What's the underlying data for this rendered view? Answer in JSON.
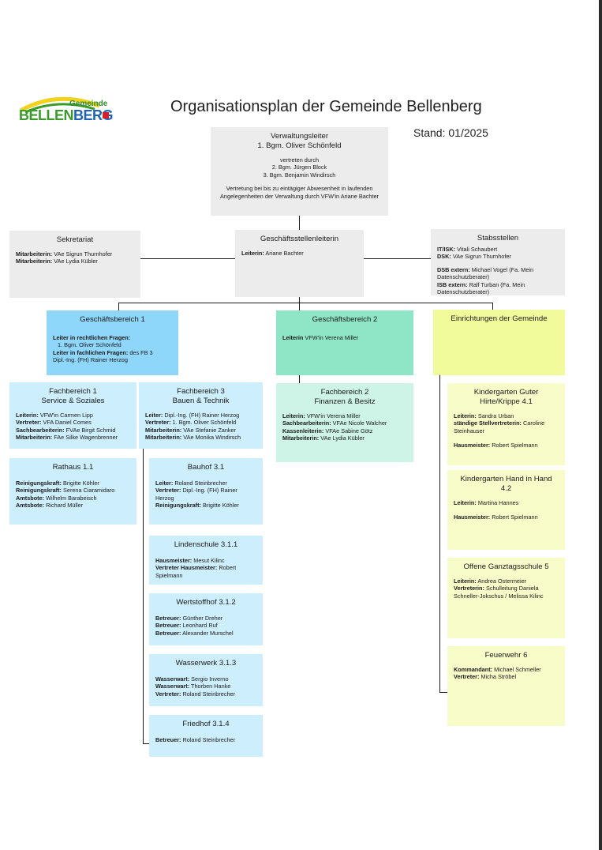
{
  "header": {
    "title": "Organisationsplan der Gemeinde Bellenberg",
    "stand": "Stand: 01/2025",
    "logo": {
      "word_small": "Gemeinde",
      "word_part1": "BELLEN",
      "word_part2": "BERG"
    }
  },
  "colors": {
    "gray": "#ececec",
    "blue_head": "#8fd6fb",
    "blue": "#cdeefc",
    "green_head": "#8ee6c6",
    "green": "#cdf4e6",
    "yellow_head": "#f2fb9c",
    "yellow": "#f8fcc9"
  },
  "verwaltungsleiter": {
    "title1": "Verwaltungsleiter",
    "title2": "1. Bgm. Oliver Schönfeld",
    "vertreten": "vertreten durch",
    "v1": "2. Bgm. Jürgen Block",
    "v2": "3. Bgm. Benjamin Windirsch",
    "note": "Vertretung bei bis zu eintägiger Abwesenheit in laufenden Angelegenheiten der Verwaltung durch VFW'in Ariane Bachter"
  },
  "sekretariat": {
    "title": "Sekretariat",
    "rows": [
      {
        "label": "Mitarbeiterin:",
        "value": "VAe Sigrun Thurnhofer"
      },
      {
        "label": "Mitarbeiterin:",
        "value": "VAe Lydia Kübler"
      }
    ]
  },
  "geschaeftsstelle": {
    "title": "Geschäftsstellenleiterin",
    "rows": [
      {
        "label": "Leiterin:",
        "value": "Ariane Bachter"
      }
    ]
  },
  "stabsstellen": {
    "title": "Stabsstellen",
    "rows": [
      {
        "label": "IT/ISK:",
        "value": "Vitali Schaubert"
      },
      {
        "label": "DSK:",
        "value": "VAe Sigrun Thurnhofer"
      }
    ],
    "rows2": [
      {
        "label": "DSB extern:",
        "value": "Michael Vogel (Fa. Mein Datenschutzberater)"
      },
      {
        "label": "ISB extern:",
        "value": " Ralf Turban (Fa. Mein Datenschutzberater)"
      }
    ]
  },
  "gb1": {
    "title": "Geschäftsbereich 1",
    "l1": "Leiter in rechtlichen Fragen:",
    "v1": "1. Bgm. Oliver Schönfeld",
    "l2": "Leiter in fachlichen Fragen:",
    "v2": " des FB 3",
    "v3": "Dipl.-Ing. (FH) Rainer Herzog"
  },
  "gb2": {
    "title": "Geschäftsbereich 2",
    "rows": [
      {
        "label": "Leiterin",
        "value": " VFW'in Verena Miller"
      }
    ]
  },
  "einrichtungen": {
    "title": "Einrichtungen der Gemeinde"
  },
  "fb1": {
    "title1": "Fachbereich 1",
    "title2": "Service & Soziales",
    "rows": [
      {
        "label": "Leiterin:",
        "value": "VFW'in Carmen Lipp"
      },
      {
        "label": "Vertreter:",
        "value": "VFA Daniel Comes"
      },
      {
        "label": "Sachbearbeiterin:",
        "value": "FVAe Birgit Schmid"
      },
      {
        "label": "Mitarbeiterin:",
        "value": "FAe Silke Wagenbrenner"
      }
    ]
  },
  "fb3": {
    "title1": "Fachbereich 3",
    "title2": "Bauen & Technik",
    "rows": [
      {
        "label": "Leiter:",
        "value": "Dipl.-Ing. (FH) Rainer Herzog"
      },
      {
        "label": "Vertreter:",
        "value": "1. Bgm. Oliver Schönfeld"
      },
      {
        "label": "Mitarbeiterin:",
        "value": "VAe Stefanie Zanker"
      },
      {
        "label": "Mitarbeiterin:",
        "value": " VAe Monika Windirsch"
      }
    ]
  },
  "fb2": {
    "title1": "Fachbereich 2",
    "title2": "Finanzen & Besitz",
    "rows": [
      {
        "label": "Leiterin:",
        "value": "VFW'in Verena Miller"
      },
      {
        "label": "Sachbearbeiterin:",
        "value": "VFAe Nicole Walcher"
      },
      {
        "label": "Kassenleiterin:",
        "value": "VFAe Sabine Götz"
      },
      {
        "label": "Mitarbeiterin:",
        "value": "VAe Lydia Kübler"
      }
    ]
  },
  "rathaus": {
    "title": "Rathaus 1.1",
    "rows": [
      {
        "label": "Reinigungskraft:",
        "value": "Brigitte Köhler"
      },
      {
        "label": "Reinigungskraft:",
        "value": "Serena Ciaramidaro"
      },
      {
        "label": "Amtsbote:",
        "value": "Wilhelm Barabeisch"
      },
      {
        "label": "Amtsbote:",
        "value": "Richard Müller"
      }
    ]
  },
  "bauhof": {
    "title": "Bauhof 3.1",
    "rows": [
      {
        "label": "Leiter:",
        "value": "Roland Steinbrecher"
      },
      {
        "label": "Vertreter:",
        "value": "Dipl.-Ing. (FH) Rainer Herzog"
      },
      {
        "label": "Reinigungskraft:",
        "value": "Brigitte Köhler"
      }
    ]
  },
  "lindenschule": {
    "title": "Lindenschule 3.1.1",
    "rows": [
      {
        "label": "Hausmeister:",
        "value": "Mesut Kilinc"
      },
      {
        "label": "Vertreter Hausmeister:",
        "value": "Robert Spielmann"
      }
    ]
  },
  "wertstoffhof": {
    "title": "Wertstoffhof 3.1.2",
    "rows": [
      {
        "label": "Betreuer:",
        "value": "Günther Dreher"
      },
      {
        "label": "Betreuer:",
        "value": "Leonhard Ruf"
      },
      {
        "label": "Betreuer:",
        "value": "Alexander Murschel"
      }
    ]
  },
  "wasserwerk": {
    "title": "Wasserwerk 3.1.3",
    "rows": [
      {
        "label": "Wasserwart:",
        "value": "Sergio Inverno"
      },
      {
        "label": "Wasserwart:",
        "value": "Thorben Hanke"
      },
      {
        "label": "Vertreter:",
        "value": "Roland Steinbrecher"
      }
    ]
  },
  "friedhof": {
    "title": "Friedhof 3.1.4",
    "rows": [
      {
        "label": "Betreuer:",
        "value": "Roland Steinbrecher"
      }
    ]
  },
  "kiga_guter_hirte": {
    "title": "Kindergarten Guter Hirte/Krippe 4.1",
    "rows": [
      {
        "label": "Leiterin:",
        "value": "Sandra Urban"
      },
      {
        "label": "ständige Stellvertreterin:",
        "value": "Caroline Steinhauser"
      }
    ],
    "rows2": [
      {
        "label": "Hausmeister:",
        "value": "Robert Spielmann"
      }
    ]
  },
  "kiga_hand_in_hand": {
    "title": "Kindergarten Hand in Hand 4.2",
    "rows": [
      {
        "label": "Leiterin:",
        "value": "Martina Hannes"
      }
    ],
    "rows2": [
      {
        "label": "Hausmeister:",
        "value": "Robert Spielmann"
      }
    ]
  },
  "ganztagsschule": {
    "title": "Offene Ganztagsschule 5",
    "rows": [
      {
        "label": "Leiterin:",
        "value": "Andrea Ostermeier"
      },
      {
        "label": "Vertreterin:",
        "value": "Schulleitung Daniela Schneller-Jokschus / Melissa Kilinc"
      }
    ]
  },
  "feuerwehr": {
    "title": "Feuerwehr 6",
    "rows": [
      {
        "label": "Kommandant:",
        "value": "Michael Schmeller"
      },
      {
        "label": "Vertreter:",
        "value": "Micha Ströbel"
      }
    ]
  }
}
